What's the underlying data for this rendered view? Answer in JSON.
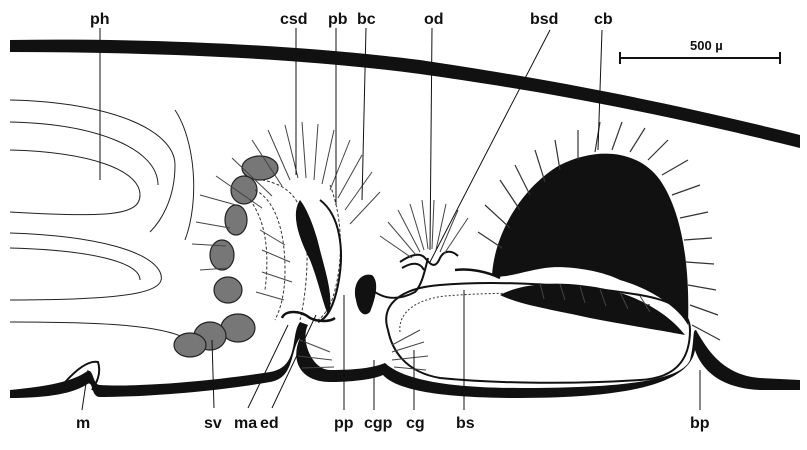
{
  "scale_bar": {
    "label": "500 µ"
  },
  "labels": {
    "ph": "ph",
    "csd": "csd",
    "pb": "pb",
    "bc": "bc",
    "od": "od",
    "bsd": "bsd",
    "cb": "cb",
    "m": "m",
    "sv": "sv",
    "ma": "ma",
    "ed": "ed",
    "pp": "pp",
    "cgp": "cgp",
    "cg": "cg",
    "bs": "bs",
    "bp": "bp"
  },
  "colors": {
    "ink": "#111111",
    "paper": "#ffffff",
    "muscle": "#555555"
  }
}
